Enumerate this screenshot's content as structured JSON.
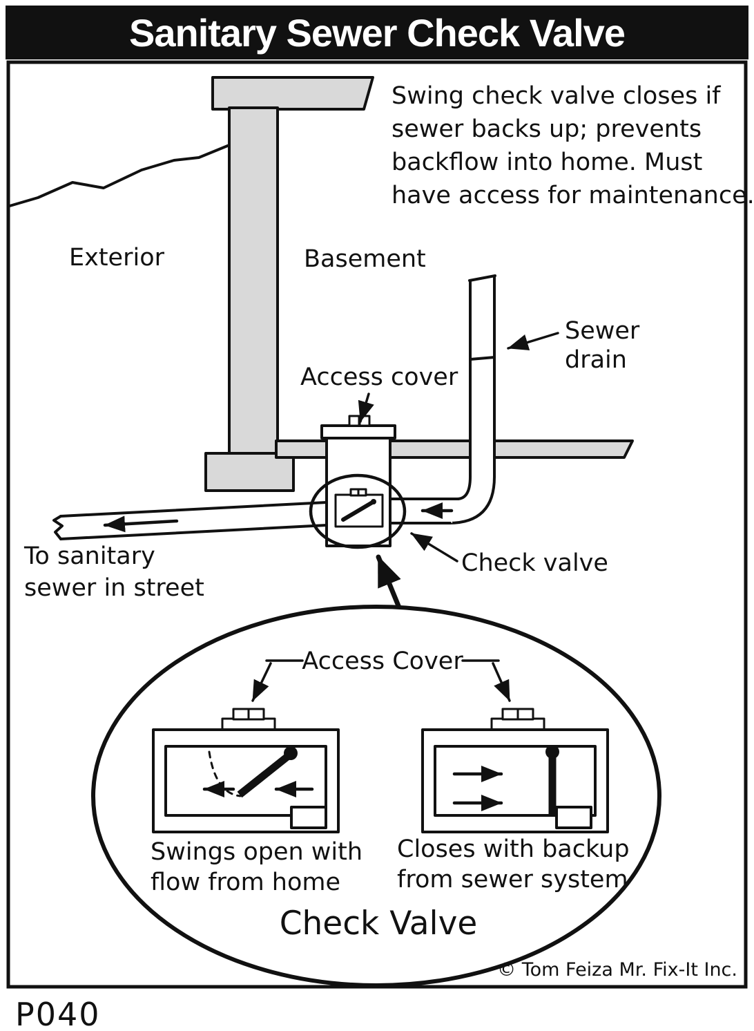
{
  "title": "Sanitary Sewer Check Valve",
  "note": {
    "line1": "Swing check valve closes if",
    "line2": "sewer backs up;  prevents",
    "line3": "backflow into home. Must",
    "line4": "have access for maintenance."
  },
  "labels": {
    "exterior": "Exterior",
    "basement": "Basement",
    "sewer_drain_1": "Sewer",
    "sewer_drain_2": "drain",
    "access_cover": "Access cover",
    "to_sewer_1": "To sanitary",
    "to_sewer_2": "sewer in street",
    "check_valve": "Check valve"
  },
  "detail": {
    "access_cover": "Access Cover",
    "left_caption_1": "Swings open with",
    "left_caption_2": "flow from home",
    "right_caption_1": "Closes with backup",
    "right_caption_2": "from sewer system",
    "title": "Check Valve"
  },
  "footer": {
    "copyright": "© Tom Feiza Mr. Fix-It Inc.",
    "code": "P040"
  },
  "colors": {
    "ink": "#111111",
    "concrete": "#d9d9d9",
    "paper": "#ffffff"
  }
}
